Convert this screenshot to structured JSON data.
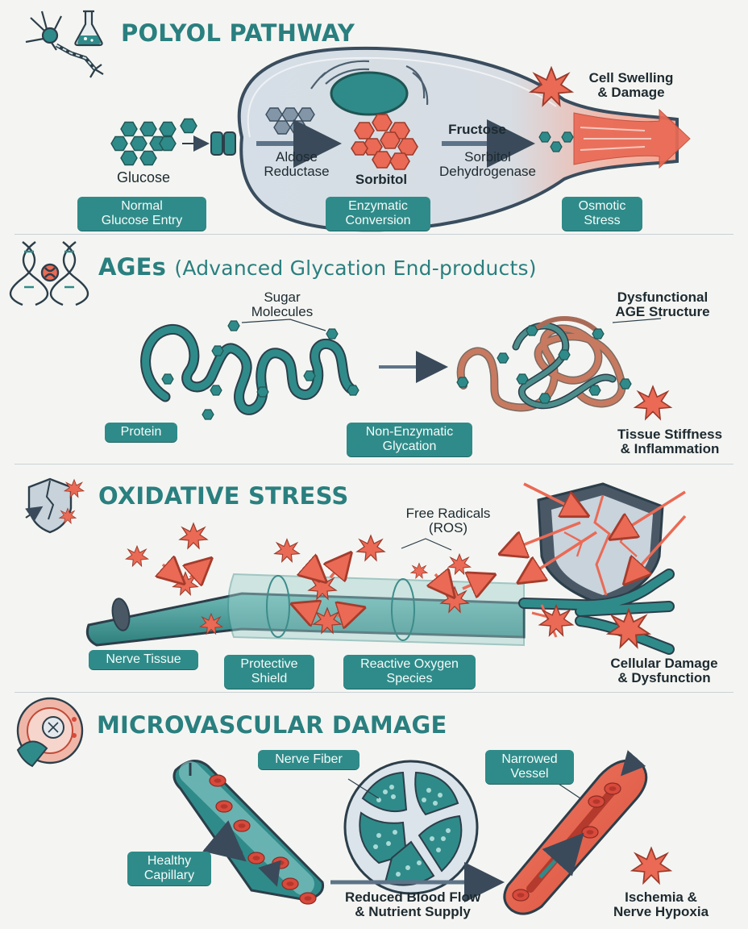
{
  "polyol": {
    "title": "POLYOL PATHWAY",
    "glucose": "Glucose",
    "enzyme1_line1": "Aldose",
    "enzyme1_line2": "Reductase",
    "sorbitol": "Sorbitol",
    "fructose": "Fructose",
    "enzyme2_line1": "Sorbitol",
    "enzyme2_line2": "Dehydrogenase",
    "damage_line1": "Cell Swelling",
    "damage_line2": "& Damage",
    "pill1_line1": "Normal",
    "pill1_line2": "Glucose Entry",
    "pill2_line1": "Enzymatic",
    "pill2_line2": "Conversion",
    "pill3_line1": "Osmotic",
    "pill3_line2": "Stress"
  },
  "ages": {
    "title": "AGEs",
    "subtitle": "(Advanced Glycation End-products)",
    "sugar_line1": "Sugar",
    "sugar_line2": "Molecules",
    "dysfunctional_line1": "Dysfunctional",
    "dysfunctional_line2": "AGE Structure",
    "stiffness_line1": "Tissue Stiffness",
    "stiffness_line2": "& Inflammation",
    "pill_protein": "Protein",
    "pill_glycation_line1": "Non-Enzymatic",
    "pill_glycation_line2": "Glycation"
  },
  "oxidative": {
    "title": "OXIDATIVE STRESS",
    "radicals_line1": "Free Radicals",
    "radicals_line2": "(ROS)",
    "damage_line1": "Cellular Damage",
    "damage_line2": "& Dysfunction",
    "pill_nerve": "Nerve Tissue",
    "pill_shield_line1": "Protective",
    "pill_shield_line2": "Shield",
    "pill_ros_line1": "Reactive Oxygen",
    "pill_ros_line2": "Species"
  },
  "micro": {
    "title": "MICROVASCULAR DAMAGE",
    "pill_fiber": "Nerve Fiber",
    "pill_narrowed_line1": "Narrowed",
    "pill_narrowed_line2": "Vessel",
    "pill_healthy_line1": "Healthy",
    "pill_healthy_line2": "Capillary",
    "flow_line1": "Reduced Blood Flow",
    "flow_line2": "& Nutrient Supply",
    "ischemia_line1": "Ischemia &",
    "ischemia_line2": "Nerve Hypoxia"
  },
  "colors": {
    "teal": "#2f8b89",
    "teal_dark": "#1f6665",
    "coral": "#ea6a55",
    "slate": "#3a4a5a",
    "bg": "#f4f5f2"
  }
}
